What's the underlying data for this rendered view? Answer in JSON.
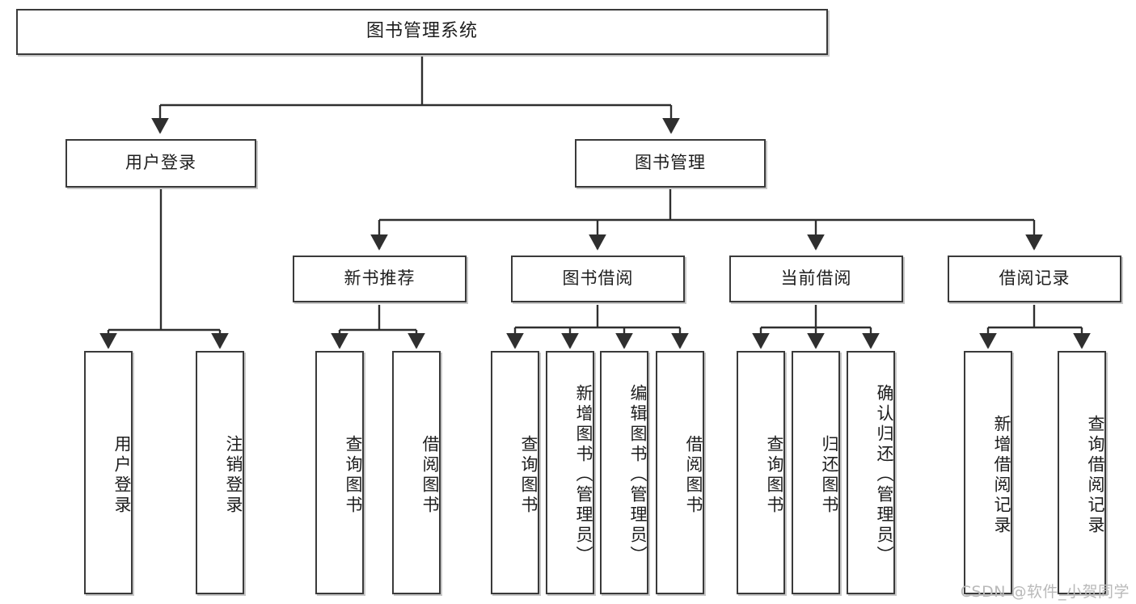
{
  "diagram": {
    "title": "图书管理系统",
    "type": "tree-hierarchy",
    "watermark": "CSDN @软件_小贺同学",
    "colors": {
      "stroke": "#3a3a3a",
      "fill": "#ffffff",
      "text": "#1d1d1d",
      "watermark": "#b9b9b9"
    }
  },
  "nodes": {
    "root": {
      "label": "图书管理系统"
    },
    "level2": [
      {
        "id": "user-login",
        "label": "用户登录"
      },
      {
        "id": "book-manage",
        "label": "图书管理"
      }
    ],
    "level3": [
      {
        "id": "new-book-recommend",
        "label": "新书推荐"
      },
      {
        "id": "book-borrow",
        "label": "图书借阅"
      },
      {
        "id": "current-borrow",
        "label": "当前借阅"
      },
      {
        "id": "borrow-record",
        "label": "借阅记录"
      }
    ],
    "leaves": {
      "user_login": [
        {
          "id": "leaf-user-login",
          "label": "用户登录"
        },
        {
          "id": "leaf-logout",
          "label": "注销登录"
        }
      ],
      "new_book_recommend": [
        {
          "id": "leaf-query-book-1",
          "label": "查询图书"
        },
        {
          "id": "leaf-borrow-book-1",
          "label": "借阅图书"
        }
      ],
      "book_borrow": [
        {
          "id": "leaf-query-book-2",
          "label": "查询图书"
        },
        {
          "id": "leaf-add-book",
          "label": "新增图书（管理员）"
        },
        {
          "id": "leaf-edit-book",
          "label": "编辑图书（管理员）"
        },
        {
          "id": "leaf-borrow-book-2",
          "label": "借阅图书"
        }
      ],
      "current_borrow": [
        {
          "id": "leaf-query-book-3",
          "label": "查询图书"
        },
        {
          "id": "leaf-return-book",
          "label": "归还图书"
        },
        {
          "id": "leaf-confirm-return",
          "label": "确认归还（管理员）"
        }
      ],
      "borrow_record": [
        {
          "id": "leaf-add-record",
          "label": "新增借阅记录"
        },
        {
          "id": "leaf-query-record",
          "label": "查询借阅记录"
        }
      ]
    }
  }
}
